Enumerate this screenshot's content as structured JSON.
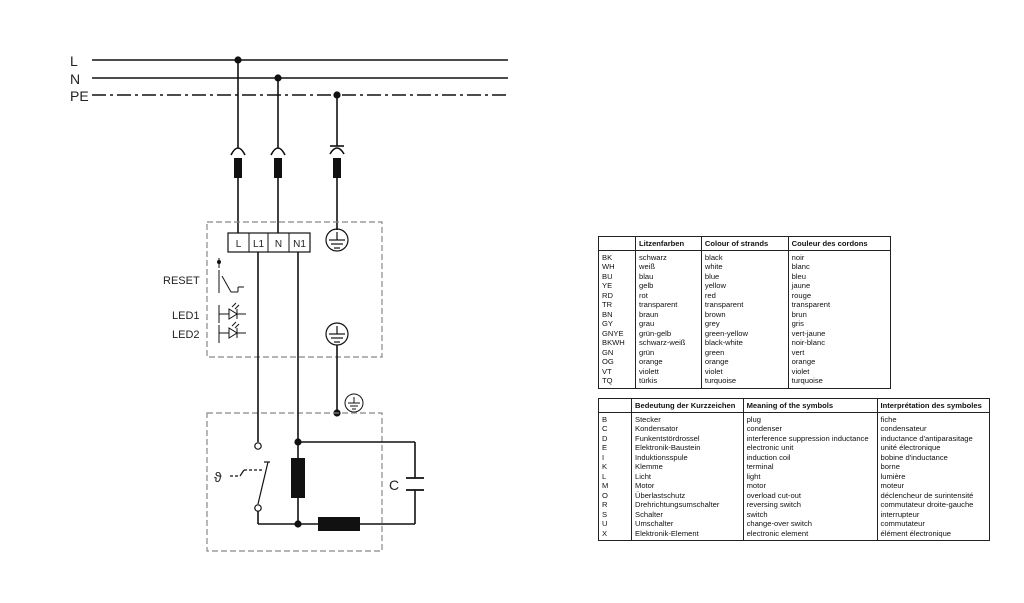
{
  "diagram": {
    "lines": {
      "l": "L",
      "n": "N",
      "pe": "PE"
    },
    "terminals": [
      "L",
      "L1",
      "N",
      "N1"
    ],
    "controls": {
      "reset": "RESET",
      "led1": "LED1",
      "led2": "LED2"
    },
    "capacitor": "C",
    "thermo_symbol": "ϑ"
  },
  "colors_table": {
    "headers": [
      "",
      "Litzenfarben",
      "Colour of strands",
      "Couleur des cordons"
    ],
    "rows": [
      [
        "BK",
        "schwarz",
        "black",
        "noir"
      ],
      [
        "WH",
        "weiß",
        "white",
        "blanc"
      ],
      [
        "BU",
        "blau",
        "blue",
        "bleu"
      ],
      [
        "YE",
        "gelb",
        "yellow",
        "jaune"
      ],
      [
        "RD",
        "rot",
        "red",
        "rouge"
      ],
      [
        "TR",
        "transparent",
        "transparent",
        "transparent"
      ],
      [
        "BN",
        "braun",
        "brown",
        "brun"
      ],
      [
        "GY",
        "grau",
        "grey",
        "gris"
      ],
      [
        "GNYE",
        "grün-gelb",
        "green-yellow",
        "vert-jaune"
      ],
      [
        "BKWH",
        "schwarz-weiß",
        "black-white",
        "noir-blanc"
      ],
      [
        "GN",
        "grün",
        "green",
        "vert"
      ],
      [
        "OG",
        "orange",
        "orange",
        "orange"
      ],
      [
        "VT",
        "violett",
        "violet",
        "violet"
      ],
      [
        "TQ",
        "türkis",
        "turquoise",
        "turquoise"
      ]
    ]
  },
  "symbols_table": {
    "headers": [
      "",
      "Bedeutung der Kurzzeichen",
      "Meaning of the symbols",
      "Interprétation des symboles"
    ],
    "rows": [
      [
        "B",
        "Stecker",
        "plug",
        "fiche"
      ],
      [
        "C",
        "Kondensator",
        "condenser",
        "condensateur"
      ],
      [
        "D",
        "Funkentstördrossel",
        "interference suppression inductance",
        "inductance d'antiparasitage"
      ],
      [
        "E",
        "Elektronik-Baustein",
        "electronic unit",
        "unité électronique"
      ],
      [
        "I",
        "Induktionsspule",
        "induction coil",
        "bobine d'inductance"
      ],
      [
        "K",
        "Klemme",
        "terminal",
        "borne"
      ],
      [
        "L",
        "Licht",
        "light",
        "lumière"
      ],
      [
        "M",
        "Motor",
        "motor",
        "moteur"
      ],
      [
        "O",
        "Überlastschutz",
        "overload cut-out",
        "déclencheur de surintensité"
      ],
      [
        "R",
        "Drehrichtungsumschalter",
        "reversing switch",
        "commutateur droite-gauche"
      ],
      [
        "S",
        "Schalter",
        "switch",
        "interrupteur"
      ],
      [
        "U",
        "Umschalter",
        "change-over switch",
        "commutateur"
      ],
      [
        "X",
        "Elektronik-Element",
        "electronic element",
        "élément électronique"
      ]
    ]
  }
}
